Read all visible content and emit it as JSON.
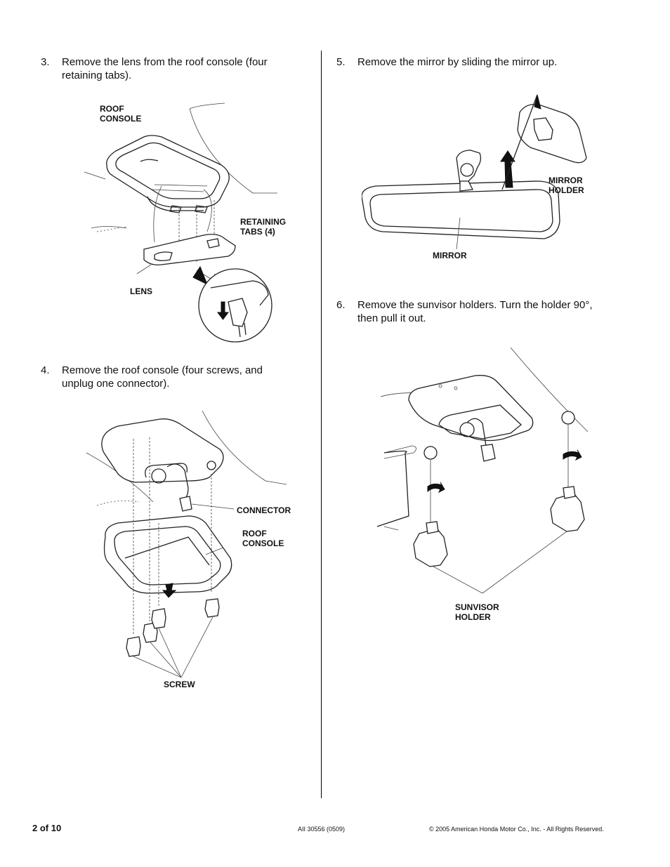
{
  "steps": [
    {
      "num": "3.",
      "text": "Remove the lens from the roof console (four retaining tabs)."
    },
    {
      "num": "4.",
      "text": "Remove the roof console (four screws, and unplug one connector)."
    },
    {
      "num": "5.",
      "text": "Remove the mirror by sliding the mirror up."
    },
    {
      "num": "6.",
      "text": "Remove the sunvisor holders. Turn the holder 90°, then pull it out."
    }
  ],
  "labels": {
    "roof_console_1": "ROOF\nCONSOLE",
    "retaining_tabs": "RETAINING\nTABS (4)",
    "lens": "LENS",
    "connector": "CONNECTOR",
    "roof_console_2": "ROOF\nCONSOLE",
    "screw": "SCREW",
    "mirror_holder": "MIRROR\nHOLDER",
    "mirror": "MIRROR",
    "sunvisor_holder": "SUNVISOR\nHOLDER"
  },
  "footer": {
    "page": "2 of 10",
    "doc_id": "AII 30556 (0509)",
    "copyright": "© 2005 American Honda Motor Co., Inc. - All Rights Reserved."
  }
}
